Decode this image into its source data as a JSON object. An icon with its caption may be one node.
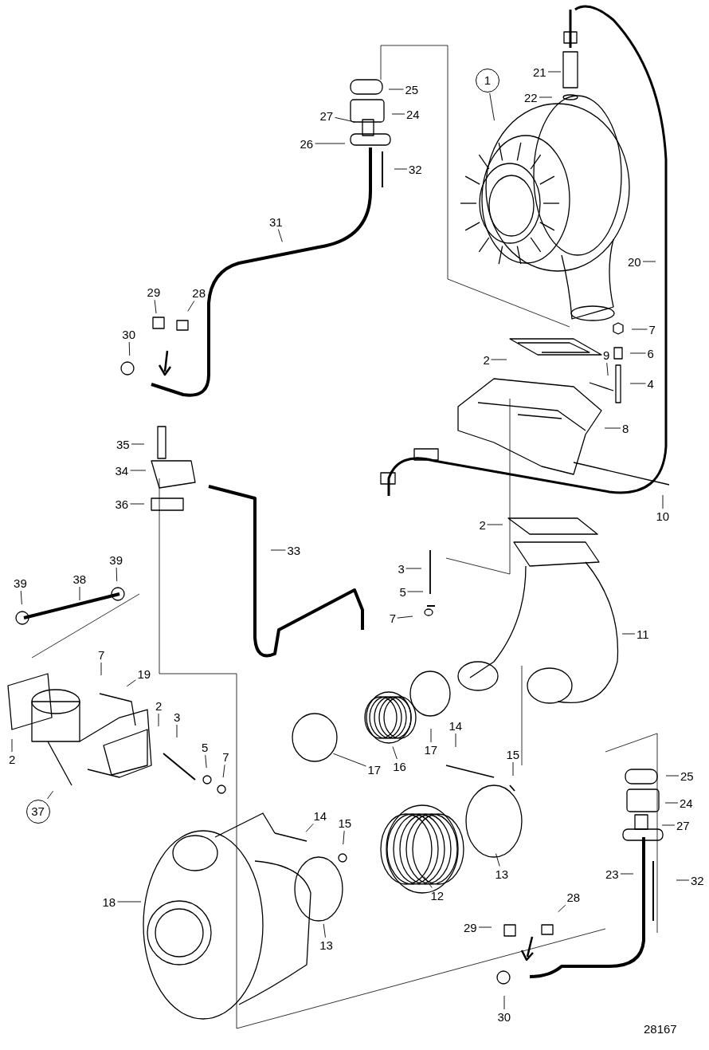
{
  "diagram": {
    "nodes": [
      {
        "text": [
          "25"
        ]
      },
      {
        "text": [
          "21"
        ]
      },
      {
        "text": [
          "1"
        ]
      },
      {
        "text": [
          "24"
        ]
      },
      {
        "text": [
          "22"
        ]
      },
      {
        "text": [
          "27"
        ]
      },
      {
        "text": [
          "26"
        ]
      },
      {
        "text": [
          "32"
        ]
      },
      {
        "text": [
          "31"
        ]
      },
      {
        "text": [
          "20"
        ]
      },
      {
        "text": [
          "29"
        ]
      },
      {
        "text": [
          "28"
        ]
      },
      {
        "text": [
          "30"
        ]
      },
      {
        "text": [
          "7"
        ]
      },
      {
        "text": [
          "2"
        ]
      },
      {
        "text": [
          "6"
        ]
      },
      {
        "text": [
          "9"
        ]
      },
      {
        "text": [
          "4"
        ]
      },
      {
        "text": [
          "8"
        ]
      },
      {
        "text": [
          "35"
        ]
      },
      {
        "text": [
          "34"
        ]
      },
      {
        "text": [
          "10"
        ]
      },
      {
        "text": [
          "36"
        ]
      },
      {
        "text": [
          "2"
        ]
      },
      {
        "text": [
          "33"
        ]
      },
      {
        "text": [
          "3"
        ]
      },
      {
        "text": [
          "39"
        ]
      },
      {
        "text": [
          "38"
        ]
      },
      {
        "text": [
          "39"
        ]
      },
      {
        "text": [
          "5"
        ]
      },
      {
        "text": [
          "7"
        ]
      },
      {
        "text": [
          "11"
        ]
      },
      {
        "text": [
          "7"
        ]
      },
      {
        "text": [
          "19"
        ]
      },
      {
        "text": [
          "2"
        ]
      },
      {
        "text": [
          "2"
        ]
      },
      {
        "text": [
          "3"
        ]
      },
      {
        "text": [
          "17"
        ]
      },
      {
        "text": [
          "16"
        ]
      },
      {
        "text": [
          "17"
        ]
      },
      {
        "text": [
          "14"
        ]
      },
      {
        "text": [
          "15"
        ]
      },
      {
        "text": [
          "5"
        ]
      },
      {
        "text": [
          "7"
        ]
      },
      {
        "text": [
          "37"
        ]
      },
      {
        "text": [
          "25"
        ]
      },
      {
        "text": [
          "24"
        ]
      },
      {
        "text": [
          "27"
        ]
      },
      {
        "text": [
          "14"
        ]
      },
      {
        "text": [
          "15"
        ]
      },
      {
        "text": [
          "12"
        ]
      },
      {
        "text": [
          "13"
        ]
      },
      {
        "text": [
          "18"
        ]
      },
      {
        "text": [
          "23"
        ]
      },
      {
        "text": [
          "32"
        ]
      },
      {
        "text": [
          "13"
        ]
      },
      {
        "text": [
          "28"
        ]
      },
      {
        "text": [
          "29"
        ]
      },
      {
        "text": [
          "30"
        ]
      }
    ],
    "edges": [
      {
        "from": 0,
        "to": null,
        "arrow": "none"
      },
      {
        "from": 1,
        "to": null,
        "arrow": "none"
      },
      {
        "from": 2,
        "to": null,
        "arrow": "none"
      },
      {
        "from": 3,
        "to": null,
        "arrow": "none"
      },
      {
        "from": 4,
        "to": null,
        "arrow": "none"
      },
      {
        "from": 5,
        "to": null,
        "arrow": "none"
      },
      {
        "from": 6,
        "to": null,
        "arrow": "none"
      },
      {
        "from": 7,
        "to": null,
        "arrow": "none"
      },
      {
        "from": 8,
        "to": null,
        "arrow": "none"
      },
      {
        "from": 9,
        "to": null,
        "arrow": "none"
      },
      {
        "from": 10,
        "to": null,
        "arrow": "none"
      },
      {
        "from": 11,
        "to": null,
        "arrow": "none"
      },
      {
        "from": 12,
        "to": null,
        "arrow": "none"
      },
      {
        "from": 13,
        "to": null,
        "arrow": "none"
      },
      {
        "from": 14,
        "to": null,
        "arrow": "none"
      },
      {
        "from": 15,
        "to": null,
        "arrow": "none"
      },
      {
        "from": 16,
        "to": null,
        "arrow": "none"
      },
      {
        "from": 17,
        "to": null,
        "arrow": "none"
      },
      {
        "from": 18,
        "to": null,
        "arrow": "none"
      },
      {
        "from": 19,
        "to": null,
        "arrow": "none"
      },
      {
        "from": 20,
        "to": null,
        "arrow": "none"
      },
      {
        "from": 21,
        "to": null,
        "arrow": "none"
      },
      {
        "from": 22,
        "to": null,
        "arrow": "none"
      },
      {
        "from": 23,
        "to": null,
        "arrow": "none"
      },
      {
        "from": 24,
        "to": null,
        "arrow": "none"
      },
      {
        "from": 25,
        "to": null,
        "arrow": "none"
      },
      {
        "from": 26,
        "to": null,
        "arrow": "none"
      },
      {
        "from": 27,
        "to": null,
        "arrow": "none"
      },
      {
        "from": 28,
        "to": null,
        "arrow": "none"
      },
      {
        "from": 29,
        "to": null,
        "arrow": "none"
      },
      {
        "from": 30,
        "to": null,
        "arrow": "none"
      },
      {
        "from": 31,
        "to": null,
        "arrow": "none"
      },
      {
        "from": 32,
        "to": null,
        "arrow": "none"
      },
      {
        "from": 33,
        "to": null,
        "arrow": "none"
      },
      {
        "from": 34,
        "to": null,
        "arrow": "none"
      },
      {
        "from": 35,
        "to": null,
        "arrow": "none"
      },
      {
        "from": 36,
        "to": null,
        "arrow": "none"
      },
      {
        "from": 37,
        "to": null,
        "arrow": "none"
      },
      {
        "from": 38,
        "to": null,
        "arrow": "none"
      },
      {
        "from": 39,
        "to": null,
        "arrow": "none"
      },
      {
        "from": 40,
        "to": null,
        "arrow": "none"
      },
      {
        "from": 41,
        "to": null,
        "arrow": "none"
      },
      {
        "from": 42,
        "to": null,
        "arrow": "none"
      },
      {
        "from": 43,
        "to": null,
        "arrow": "none"
      },
      {
        "from": 44,
        "to": null,
        "arrow": "none"
      },
      {
        "from": 45,
        "to": null,
        "arrow": "none"
      },
      {
        "from": 46,
        "to": null,
        "arrow": "none"
      },
      {
        "from": 47,
        "to": null,
        "arrow": "none"
      },
      {
        "from": 48,
        "to": null,
        "arrow": "none"
      },
      {
        "from": 49,
        "to": null,
        "arrow": "none"
      },
      {
        "from": 50,
        "to": null,
        "arrow": "none"
      },
      {
        "from": 51,
        "to": null,
        "arrow": "none"
      },
      {
        "from": 52,
        "to": null,
        "arrow": "none"
      },
      {
        "from": 53,
        "to": null,
        "arrow": "none"
      },
      {
        "from": 54,
        "to": null,
        "arrow": "none"
      },
      {
        "from": 55,
        "to": null,
        "arrow": "none"
      },
      {
        "from": 56,
        "to": null,
        "arrow": "none"
      },
      {
        "from": 57,
        "to": null,
        "arrow": "none"
      },
      {
        "from": 58,
        "to": null,
        "arrow": "none"
      }
    ],
    "labels": [
      "28167"
    ]
  }
}
